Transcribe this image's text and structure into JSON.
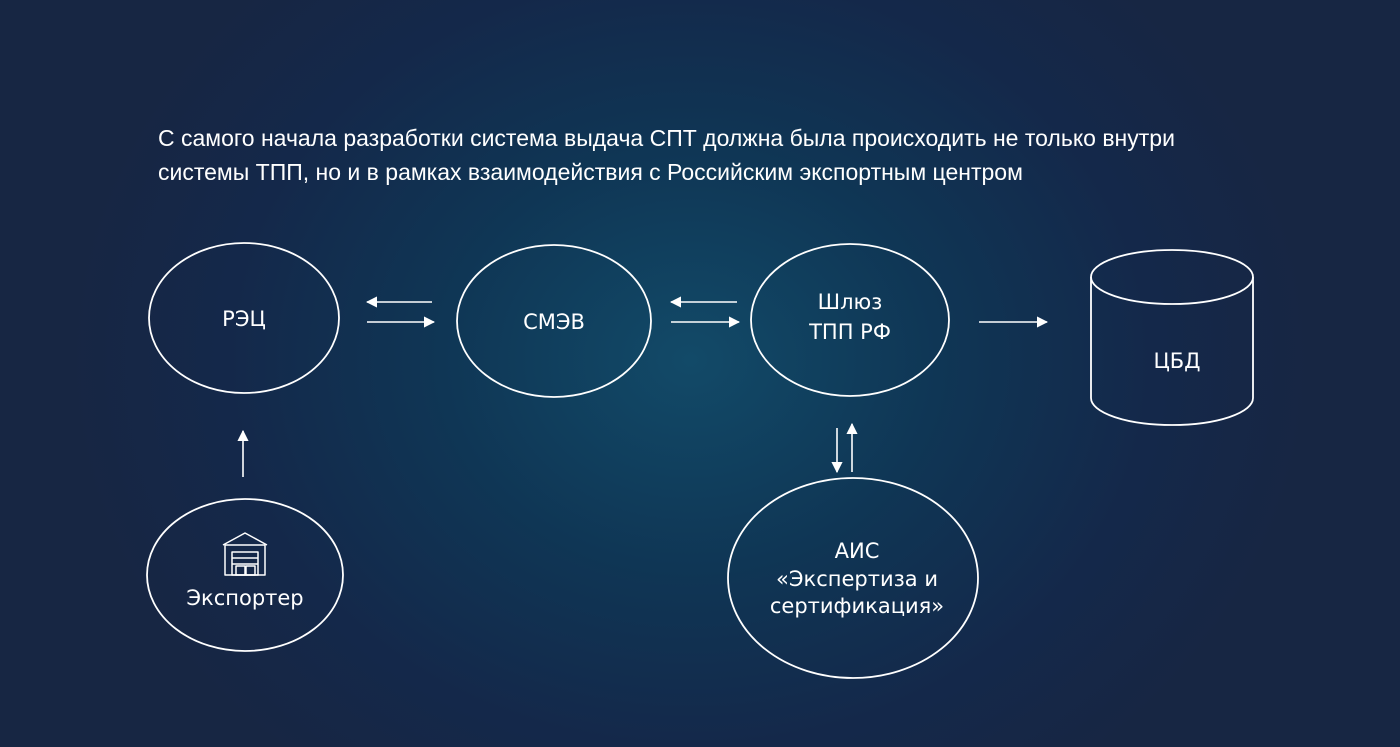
{
  "headline": {
    "line1": "С самого начала разработки система выдача СПТ должна была происходить не только внутри",
    "line2": "системы ТПП, но и в рамках взаимодействия с Российским экспортным центром"
  },
  "nodes": {
    "rec": {
      "label": "РЭЦ"
    },
    "smev": {
      "label": "СМЭВ"
    },
    "gateway": {
      "line1": "Шлюз",
      "line2": "ТПП РФ"
    },
    "cbd": {
      "label": "ЦБД"
    },
    "exporter": {
      "label": "Экспортер",
      "icon": "warehouse-icon"
    },
    "ais": {
      "line1": "АИС",
      "line2": "«Экспертиза и",
      "line3": "сертификация»"
    }
  },
  "colors": {
    "stroke": "#ffffff",
    "text": "#ffffff",
    "background_center": "#124a68",
    "background_edge": "#172643"
  }
}
